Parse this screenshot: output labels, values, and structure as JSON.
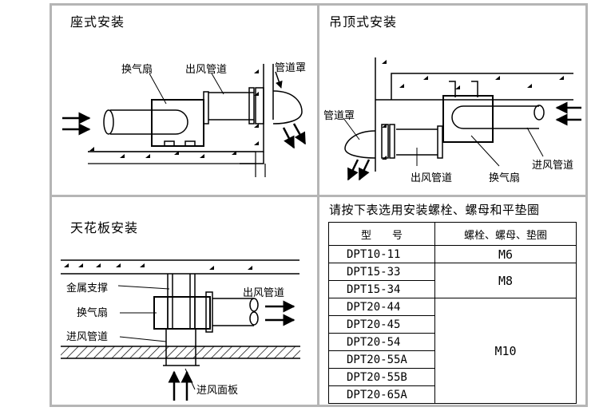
{
  "panels": {
    "floor": {
      "title": "座式安装",
      "labels": {
        "fan": "换气扇",
        "outlet_duct": "出风管道",
        "duct_cover": "管道罩"
      }
    },
    "ceiling_hang": {
      "title": "吊顶式安装",
      "labels": {
        "duct_cover": "管道罩",
        "outlet_duct": "出风管道",
        "fan": "换气扇",
        "inlet_duct": "进风管道"
      }
    },
    "ceiling_board": {
      "title": "天花板安装",
      "labels": {
        "metal_support": "金属支撑",
        "outlet_duct": "出风管道",
        "fan": "换气扇",
        "inlet_duct": "进风管道",
        "inlet_panel": "进风面板"
      }
    }
  },
  "spec_table": {
    "title": "请按下表选用安装螺栓、螺母和平垫圈",
    "header": {
      "model": "型　　号",
      "bolt": "螺栓、螺母、垫圈"
    },
    "groups": [
      {
        "models": [
          "DPT10-11"
        ],
        "bolt": "M6"
      },
      {
        "models": [
          "DPT15-33",
          "DPT15-34"
        ],
        "bolt": "M8"
      },
      {
        "models": [
          "DPT20-44",
          "DPT20-45",
          "DPT20-54",
          "DPT20-55A",
          "DPT20-55B",
          "DPT20-65A"
        ],
        "bolt": "M10"
      }
    ]
  }
}
